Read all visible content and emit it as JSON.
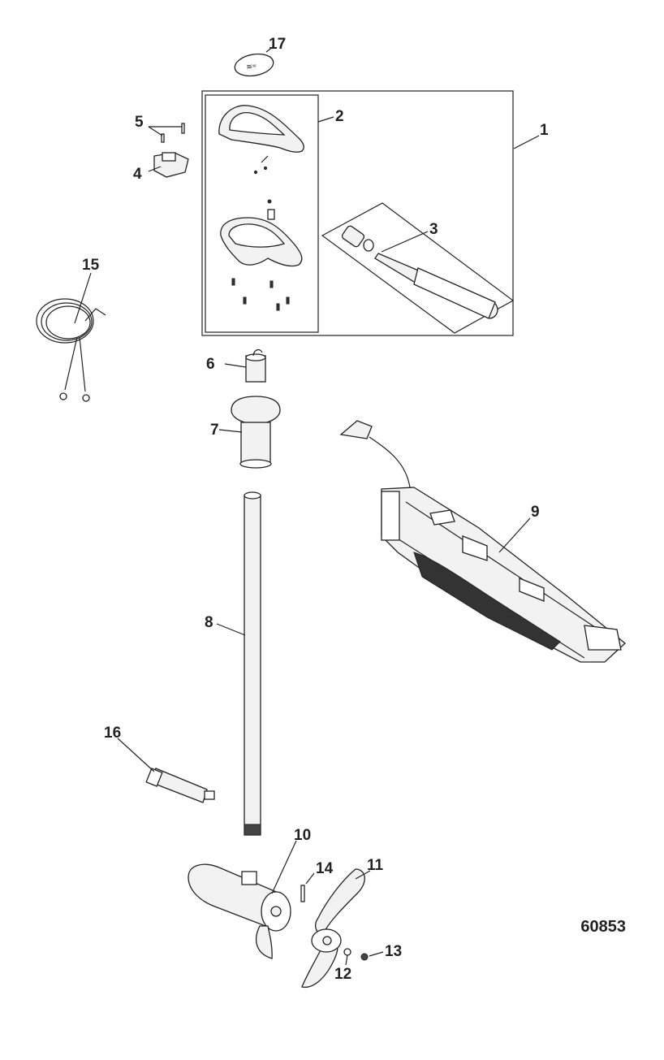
{
  "callouts": {
    "c1": "1",
    "c2": "2",
    "c3": "3",
    "c4": "4",
    "c5": "5",
    "c6": "6",
    "c7": "7",
    "c8": "8",
    "c9": "9",
    "c10": "10",
    "c11": "11",
    "c12": "12",
    "c13": "13",
    "c14": "14",
    "c15": "15",
    "c16": "16",
    "c17": "17"
  },
  "figure_number": "60853"
}
